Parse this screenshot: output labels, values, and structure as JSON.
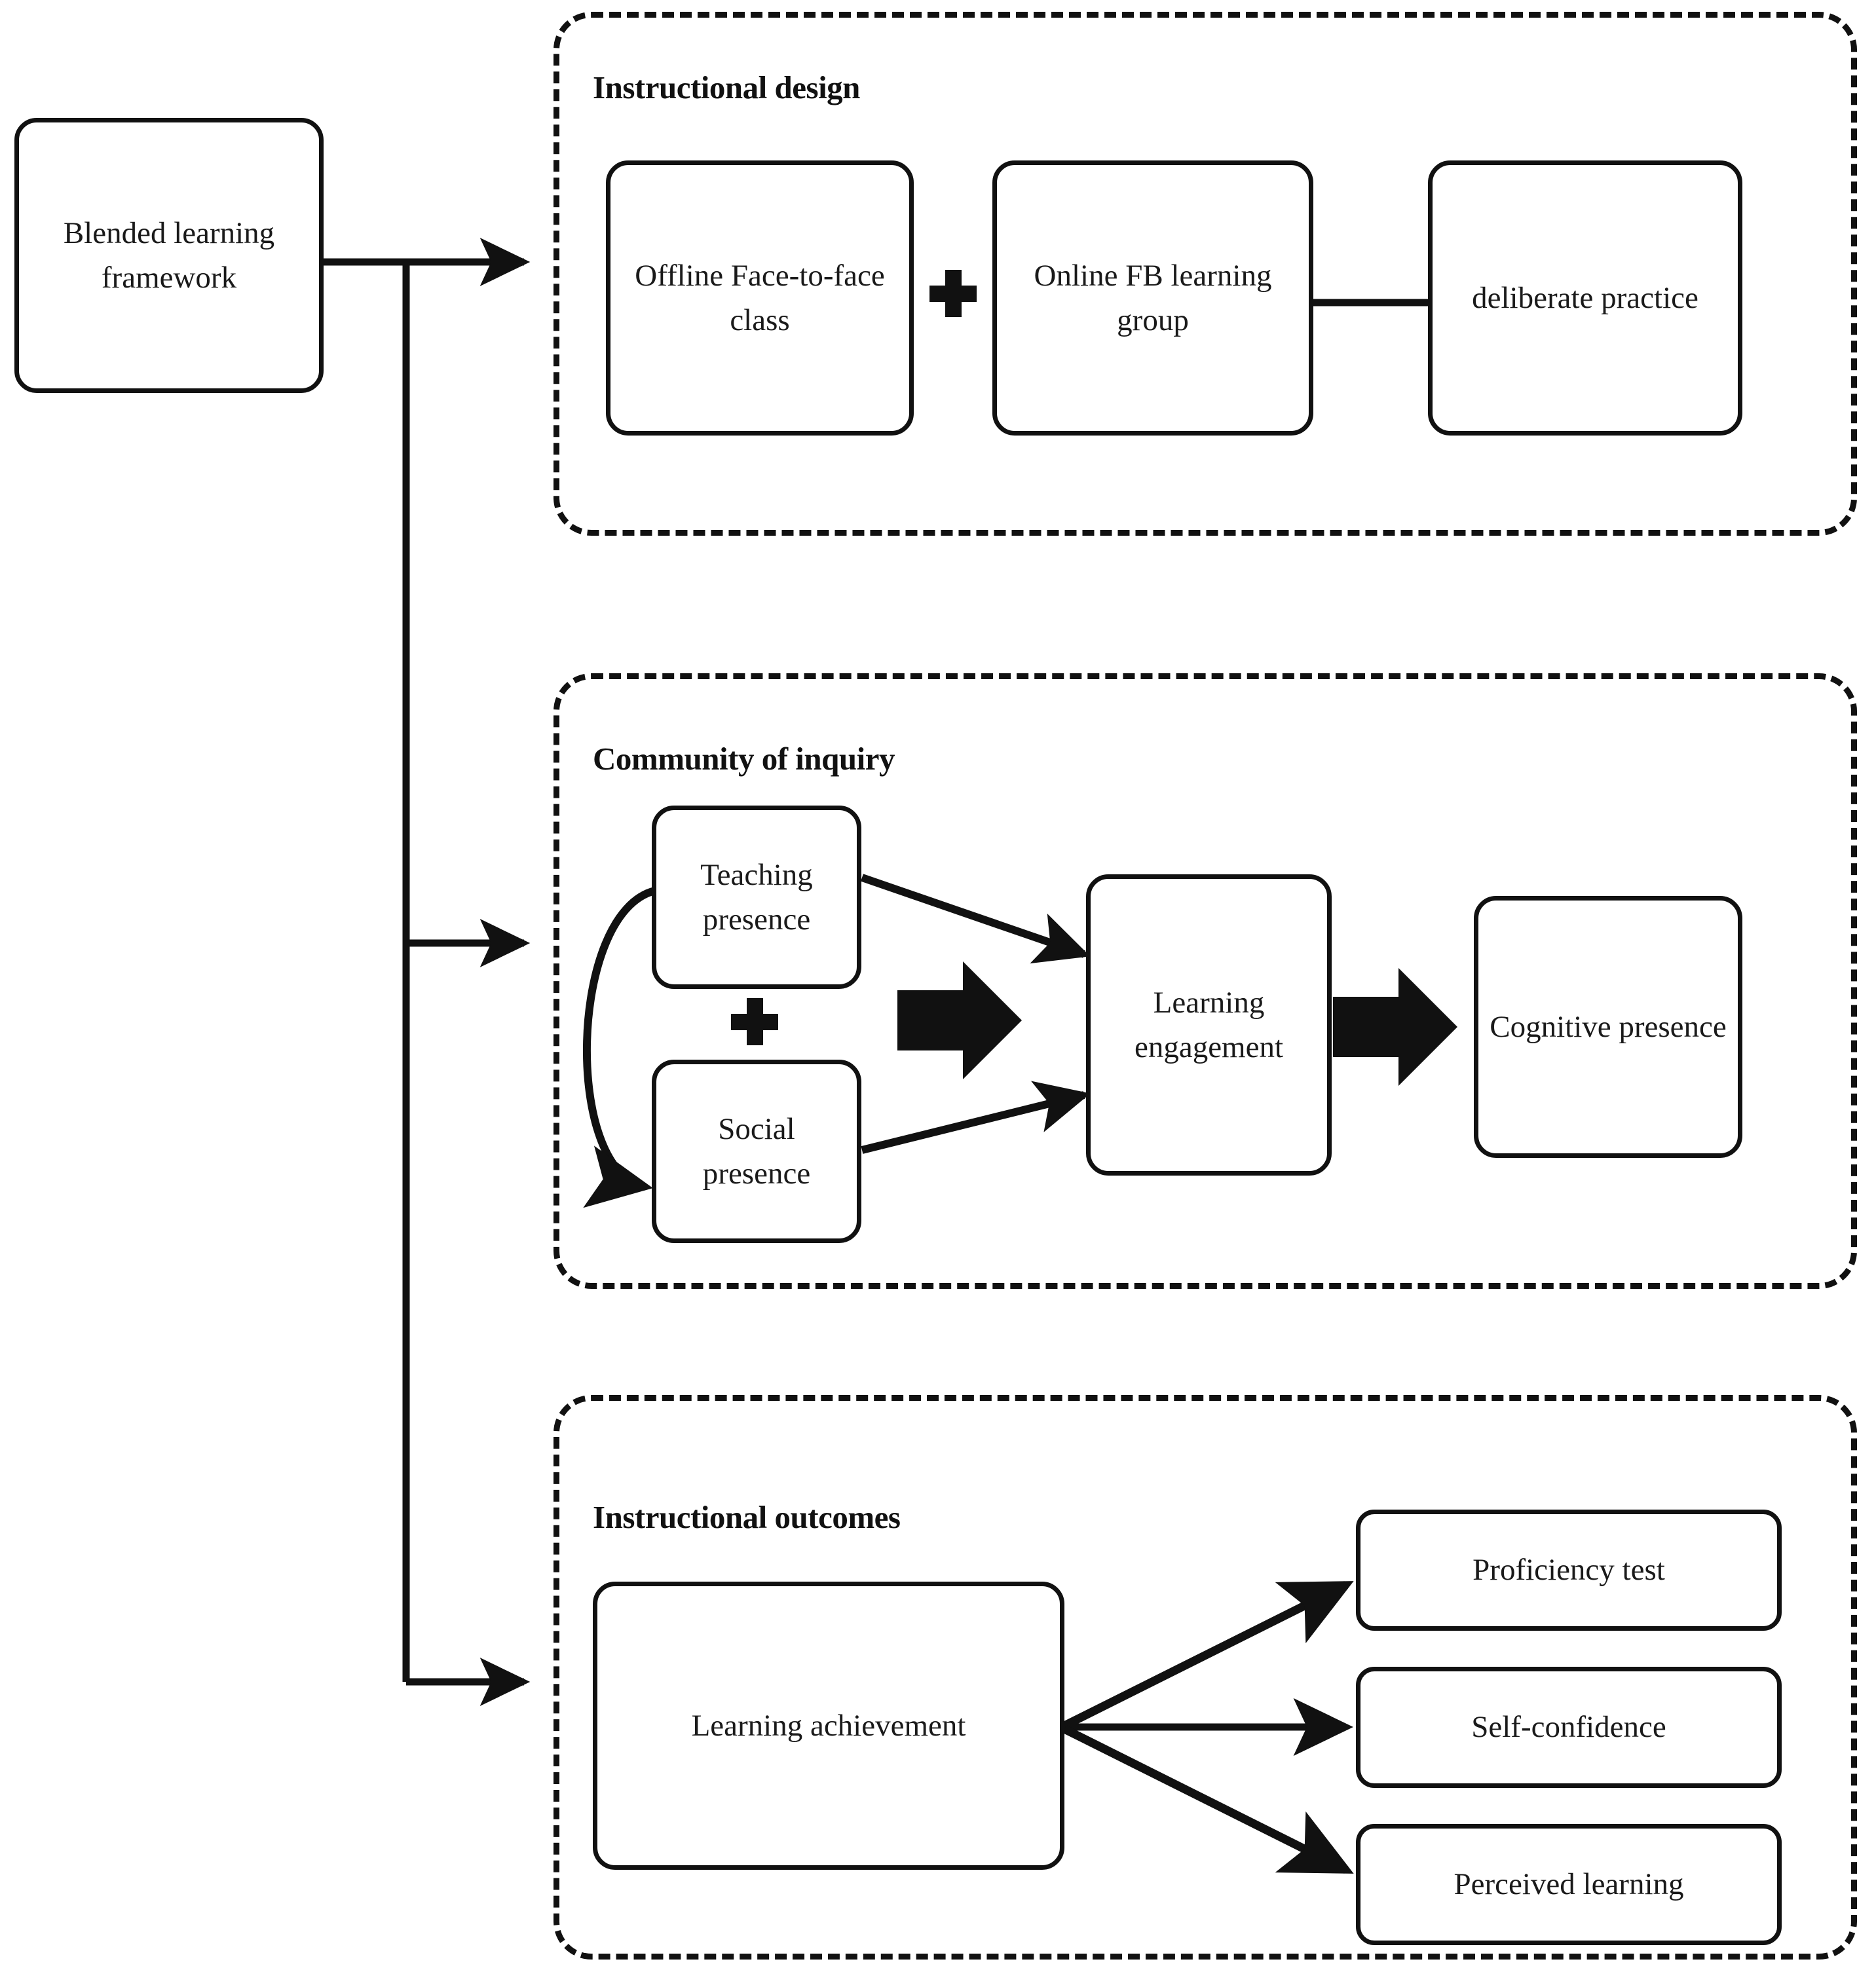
{
  "diagram": {
    "title": "Blended learning framework",
    "root": {
      "label": "Blended learning framework"
    },
    "sections": [
      {
        "id": "instructional-design",
        "title": "Instructional design",
        "nodes": [
          {
            "id": "offline-class",
            "label": "Offline Face-to-face class"
          },
          {
            "id": "online-fb-group",
            "label": "Online FB learning group"
          },
          {
            "id": "deliberate-practice",
            "label": "deliberate practice"
          }
        ],
        "operators": [
          {
            "id": "plus-1",
            "symbol": "+"
          }
        ],
        "edges": [
          {
            "from": "root",
            "to": "instructional-design",
            "style": "solid-arrow"
          },
          {
            "from": "deliberate-practice",
            "to": "online-fb-group",
            "style": "solid-arrow"
          }
        ]
      },
      {
        "id": "community-of-inquiry",
        "title": "Community of inquiry",
        "nodes": [
          {
            "id": "teaching-presence",
            "label": "Teaching presence"
          },
          {
            "id": "social-presence",
            "label": "Social presence"
          },
          {
            "id": "learning-engagement",
            "label": "Learning engagement"
          },
          {
            "id": "cognitive-presence",
            "label": "Cognitive presence"
          }
        ],
        "operators": [
          {
            "id": "plus-2",
            "symbol": "+"
          }
        ],
        "edges": [
          {
            "from": "root",
            "to": "community-of-inquiry",
            "style": "solid-arrow"
          },
          {
            "from": "teaching-presence",
            "to": "social-presence",
            "style": "curved-arrow"
          },
          {
            "from": "teaching-presence",
            "to": "learning-engagement",
            "style": "solid-arrow"
          },
          {
            "from": "social-presence",
            "to": "learning-engagement",
            "style": "solid-arrow"
          },
          {
            "from": "presences",
            "to": "learning-engagement",
            "style": "block-arrow"
          },
          {
            "from": "learning-engagement",
            "to": "cognitive-presence",
            "style": "block-arrow"
          }
        ]
      },
      {
        "id": "instructional-outcomes",
        "title": "Instructional outcomes",
        "nodes": [
          {
            "id": "learning-achievement",
            "label": "Learning achievement"
          },
          {
            "id": "proficiency-test",
            "label": "Proficiency test"
          },
          {
            "id": "self-confidence",
            "label": "Self-confidence"
          },
          {
            "id": "perceived-learning",
            "label": "Perceived learning"
          }
        ],
        "operators": [],
        "edges": [
          {
            "from": "root",
            "to": "instructional-outcomes",
            "style": "solid-arrow"
          },
          {
            "from": "learning-achievement",
            "to": "proficiency-test",
            "style": "solid-arrow"
          },
          {
            "from": "learning-achievement",
            "to": "self-confidence",
            "style": "solid-arrow"
          },
          {
            "from": "learning-achievement",
            "to": "perceived-learning",
            "style": "solid-arrow"
          }
        ]
      }
    ]
  },
  "colors": {
    "stroke": "#111111",
    "background": "#ffffff",
    "text": "#1a1a1a"
  }
}
